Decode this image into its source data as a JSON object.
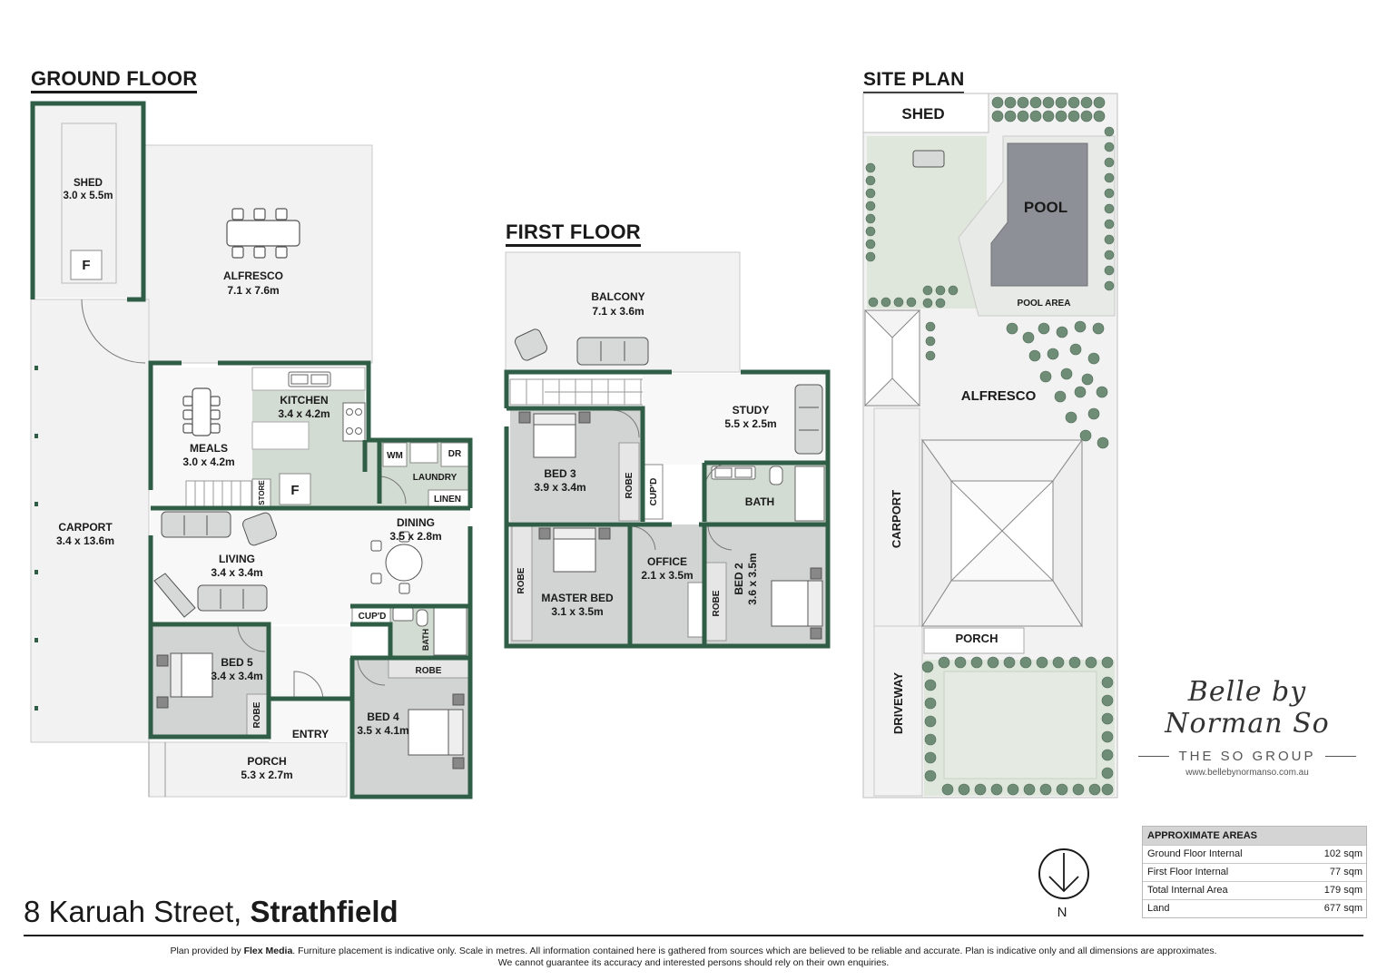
{
  "headings": {
    "ground_floor": "GROUND FLOOR",
    "first_floor": "FIRST FLOOR",
    "site_plan": "SITE PLAN"
  },
  "ground_floor_rooms": {
    "shed": {
      "name": "SHED",
      "dims": "3.0 x 5.5m"
    },
    "alfresco": {
      "name": "ALFRESCO",
      "dims": "7.1 x 7.6m"
    },
    "kitchen": {
      "name": "KITCHEN",
      "dims": "3.4 x 4.2m"
    },
    "meals": {
      "name": "MEALS",
      "dims": "3.0 x 4.2m"
    },
    "carport": {
      "name": "CARPORT",
      "dims": "3.4 x 13.6m"
    },
    "laundry": {
      "name": "LAUNDRY"
    },
    "wm": "WM",
    "dr": "DR",
    "linen": "LINEN",
    "store": "STORE",
    "fridge": "F",
    "fridge_shed": "F",
    "dining": {
      "name": "DINING",
      "dims": "3.5 x 2.8m"
    },
    "living": {
      "name": "LIVING",
      "dims": "3.4 x 3.4m"
    },
    "cupd": "CUP'D",
    "bath": "BATH",
    "robe_bed4": "ROBE",
    "bed5": {
      "name": "BED 5",
      "dims": "3.4 x 3.4m"
    },
    "robe_bed5": "ROBE",
    "entry": "ENTRY",
    "bed4": {
      "name": "BED 4",
      "dims": "3.5 x 4.1m"
    },
    "porch": {
      "name": "PORCH",
      "dims": "5.3 x 2.7m"
    }
  },
  "first_floor_rooms": {
    "balcony": {
      "name": "BALCONY",
      "dims": "7.1 x 3.6m"
    },
    "study": {
      "name": "STUDY",
      "dims": "5.5 x 2.5m"
    },
    "bed3": {
      "name": "BED 3",
      "dims": "3.9 x 3.4m"
    },
    "robe_bed3": "ROBE",
    "cupd": "CUP'D",
    "bath": "BATH",
    "master_bed": {
      "name": "MASTER BED",
      "dims": "3.1 x 3.5m"
    },
    "robe_master": "ROBE",
    "office": {
      "name": "OFFICE",
      "dims": "2.1 x 3.5m"
    },
    "robe_bed2": "ROBE",
    "bed2": {
      "name": "BED 2",
      "dims": "3.6 x 3.5m"
    }
  },
  "site_plan": {
    "shed": "SHED",
    "pool": "POOL",
    "pool_area": "POOL AREA",
    "alfresco": "ALFRESCO",
    "carport": "CARPORT",
    "porch": "PORCH",
    "driveway": "DRIVEWAY"
  },
  "compass": {
    "label": "N"
  },
  "brand": {
    "script": "Belle by Norman So",
    "group": "THE SO GROUP",
    "url": "www.bellebynormanso.com.au"
  },
  "areas": {
    "title": "APPROXIMATE AREAS",
    "rows": [
      {
        "label": "Ground Floor Internal",
        "value": "102 sqm"
      },
      {
        "label": "First Floor Internal",
        "value": "77 sqm"
      },
      {
        "label": "Total Internal Area",
        "value": "179 sqm"
      },
      {
        "label": "Land",
        "value": "677 sqm"
      }
    ]
  },
  "address": {
    "street": "8 Karuah Street, ",
    "suburb": "Strathfield"
  },
  "disclaimer": {
    "prefix": "Plan provided by ",
    "provider": "Flex Media",
    "line1_rest": ". Furniture placement is indicative only. Scale in metres. All information contained here is gathered from sources which are believed to be reliable and accurate. Plan is indicative only and all dimensions are approximates.",
    "line2": "We cannot guarantee its accuracy and interested persons should rely on their own enquiries."
  },
  "colors": {
    "wall": "#2f5d46",
    "room_gray": "#d2d3d3",
    "room_green": "#d3dcd2",
    "outdoor": "#f1f2f1",
    "lawn": "#dfe6dc",
    "shrub": "#6f8c77",
    "pool": "#8d9096"
  }
}
